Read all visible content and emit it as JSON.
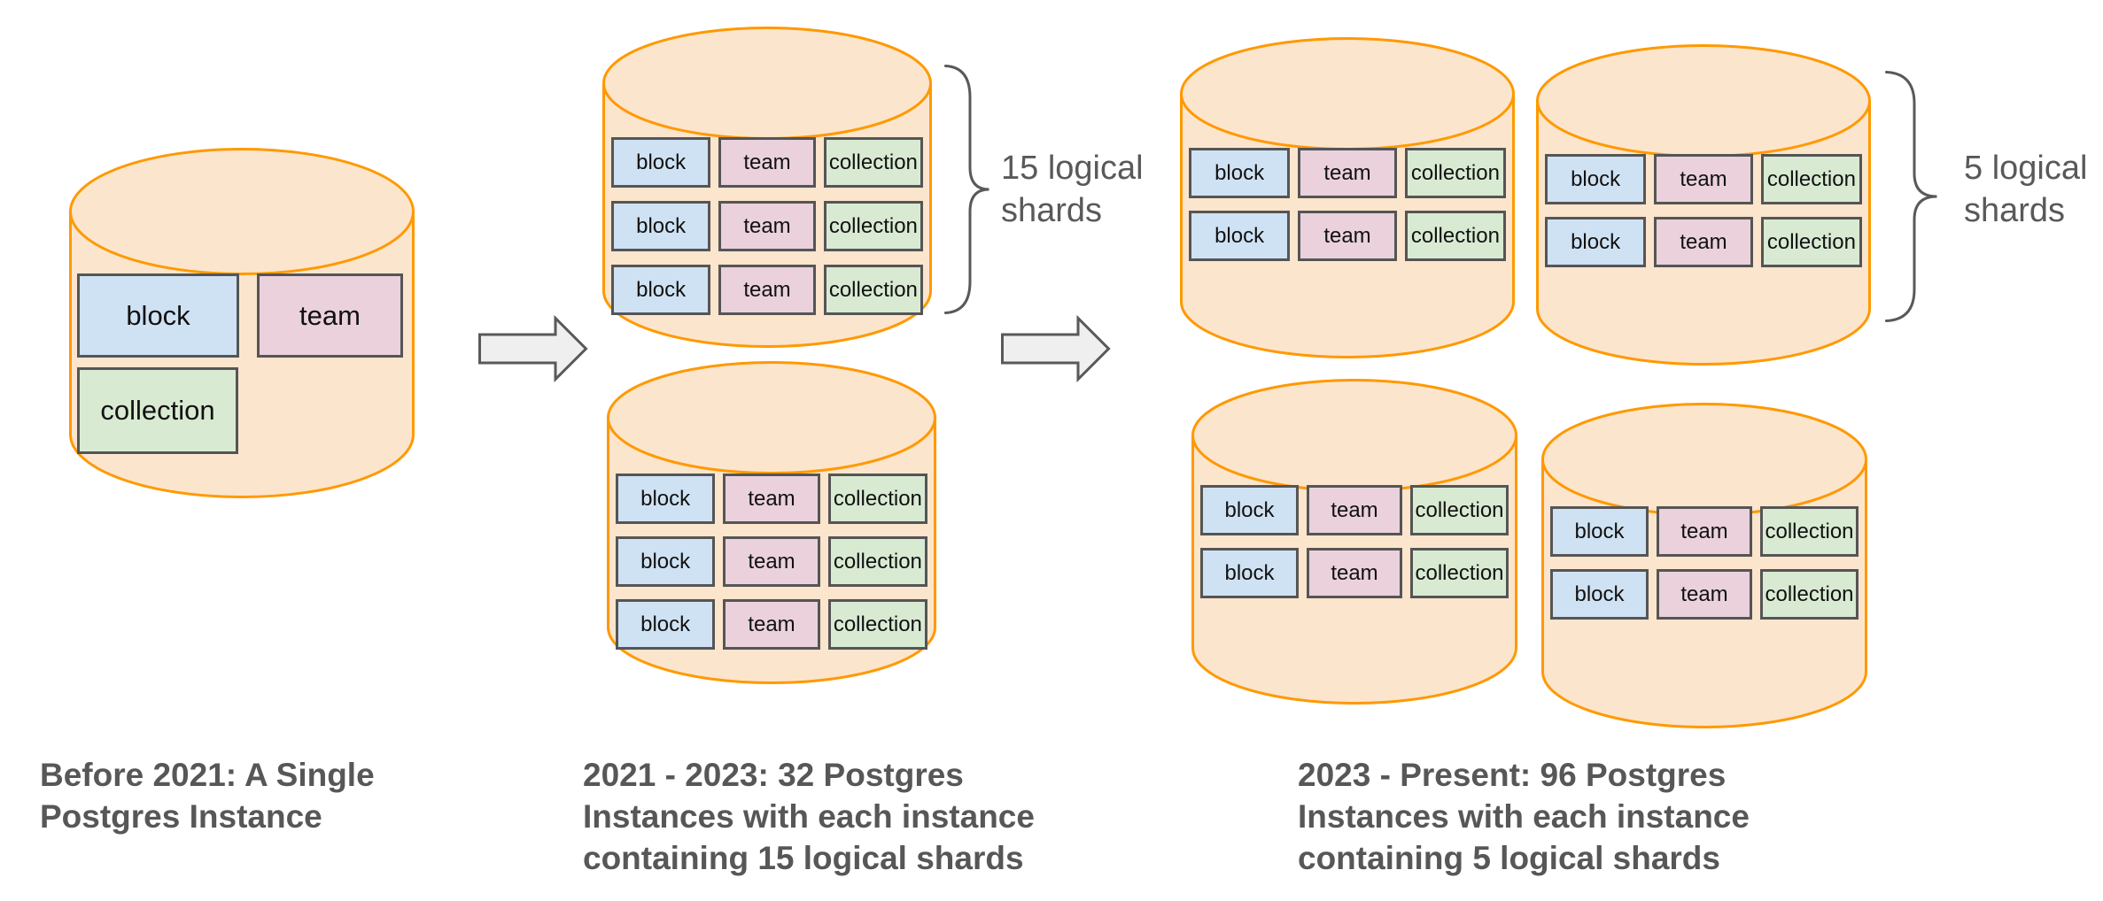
{
  "page": {
    "background": "#ffffff"
  },
  "tables": {
    "names": [
      "block",
      "team",
      "collection"
    ]
  },
  "colors": {
    "cylinder_fill": "#fce5cd",
    "cylinder_stroke": "#ff9900",
    "table_block_fill": "#cfe2f3",
    "table_team_fill": "#ead1dc",
    "table_collection_fill": "#d9ead3",
    "box_border": "#555555",
    "arrow_fill": "#efefef",
    "arrow_stroke": "#595959",
    "caption_text": "#575757",
    "annotation_text": "#595959"
  },
  "stages": [
    {
      "key": "before-2021",
      "caption": "Before 2021: A Single Postgres Instance",
      "caption_lines": [
        "Before 2021: A Single",
        "Postgres Instance"
      ],
      "cylinder_count": 1,
      "shard_rows_per_cylinder": 1,
      "annotation": null
    },
    {
      "key": "2021-2023",
      "caption": "2021 - 2023: 32 Postgres Instances with each instance containing 15 logical shards",
      "caption_lines": [
        "2021 - 2023: 32 Postgres",
        "Instances with each instance",
        "containing 15 logical shards"
      ],
      "cylinder_count": 2,
      "shard_rows_per_cylinder": 3,
      "annotation": "15 logical shards",
      "annotation_lines": [
        "15 logical",
        "shards"
      ]
    },
    {
      "key": "2023-present",
      "caption": "2023 - Present: 96 Postgres Instances with each instance containing 5 logical shards",
      "caption_lines": [
        "2023 - Present: 96 Postgres",
        "Instances with each instance",
        "containing 5 logical shards"
      ],
      "cylinder_count": 4,
      "shard_rows_per_cylinder": 2,
      "annotation": "5 logical shards",
      "annotation_lines": [
        "5 logical",
        "shards"
      ]
    }
  ]
}
